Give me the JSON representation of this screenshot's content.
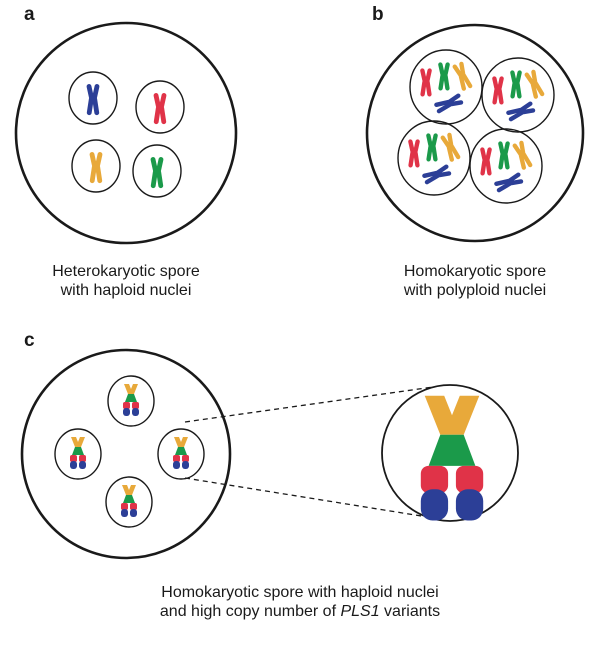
{
  "panels": {
    "a": {
      "label": "a",
      "caption_line1": "Heterokaryotic spore",
      "caption_line2": "with haploid nuclei"
    },
    "b": {
      "label": "b",
      "caption_line1": "Homokaryotic spore",
      "caption_line2": "with polyploid nuclei"
    },
    "c": {
      "label": "c",
      "caption_line1": "Homokaryotic spore with haploid nuclei",
      "caption_line2_prefix": "and high copy number of ",
      "caption_line2_gene": "PLS1",
      "caption_line2_suffix": " variants"
    }
  },
  "colors": {
    "blue": "#2c3f97",
    "red": "#e03348",
    "orange": "#e8a93a",
    "green": "#1b9a4a",
    "outline": "#1a1a1a"
  }
}
